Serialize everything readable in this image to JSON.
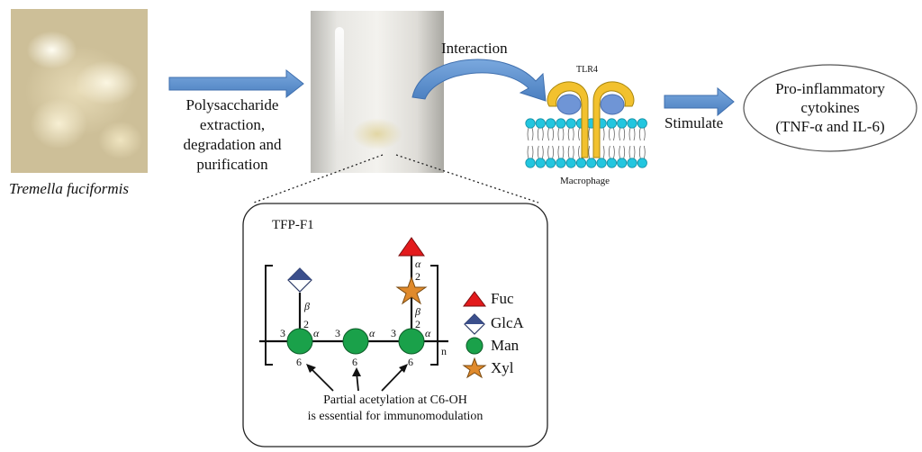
{
  "source": {
    "name": "Tremella fuciformis"
  },
  "steps": {
    "extraction": [
      "Polysaccharide",
      "extraction,",
      "degradation and",
      "purification"
    ],
    "interaction": "Interaction",
    "stimulate": "Stimulate"
  },
  "receptor": {
    "name": "TLR4",
    "cell": "Macrophage"
  },
  "output": {
    "lines": [
      "Pro-inflammatory",
      "cytokines",
      "(TNF-α and IL-6)"
    ]
  },
  "structure": {
    "title": "TFP-F1",
    "repeat": "n",
    "linkages": {
      "side_left_beta": "β",
      "side_left_pos": "2",
      "side_right_alpha": "α",
      "side_right_pos2": "2",
      "side_right_beta": "β",
      "side_right_pos2b": "2",
      "main_left_3": "3",
      "main_left_alpha": "α",
      "main_mid_3": "3",
      "main_mid_alpha": "α",
      "main_right_3": "3",
      "main_right_alpha": "α",
      "pos6_a": "6",
      "pos6_b": "6",
      "pos6_c": "6"
    },
    "note": [
      "Partial acetylation at C6-OH",
      "is essential for immunomodulation"
    ]
  },
  "legend": [
    {
      "label": "Fuc",
      "symbol": "triangle",
      "color": "#e31a1c"
    },
    {
      "label": "GlcA",
      "symbol": "diamond",
      "color": "#3b4f8c"
    },
    {
      "label": "Man",
      "symbol": "circle",
      "color": "#1aa14a"
    },
    {
      "label": "Xyl",
      "symbol": "star",
      "color": "#e08a2c"
    }
  ],
  "colors": {
    "arrow": "#5b8fcf",
    "tlr4": "#f2c12e",
    "membrane": "#22c6df",
    "man": "#1aa14a",
    "fuc": "#e31a1c",
    "glca": "#3b4f8c",
    "xyl": "#e08a2c"
  }
}
